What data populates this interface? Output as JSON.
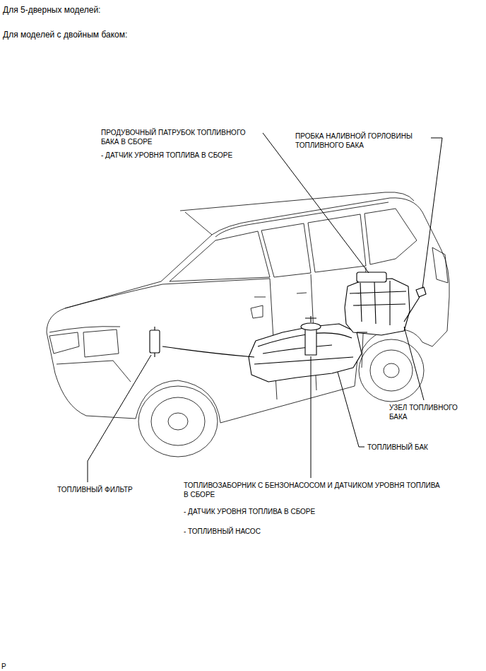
{
  "diagram": {
    "labels": [
      "Для 5-дверных моделей:",
      "Для моделей с двойным баком:",
      "ПРОДУВОЧНЫЙ ПАТРУБОК ТОПЛИВНОГО БАКА В СБОРЕ",
      "- ДАТЧИК УРОВНЯ ТОПЛИВА В СБОРЕ",
      "ПРОБКА НАЛИВНОЙ ГОРЛОВИНЫ ТОПЛИВНОГО БАКА",
      "УЗЕЛ ТОПЛИВНОГО БАКА",
      "ТОПЛИВНЫЙ БАК",
      "ТОПЛИВНЫЙ ФИЛЬТР",
      "ТОПЛИВОЗАБОРНИК С БЕНЗОНАСОСОМ И ДАТЧИКОМ УРОВНЯ ТОПЛИВА В СБОРЕ",
      "- ДАТЧИК УРОВНЯ ТОПЛИВА В СБОРЕ",
      "- ТОПЛИВНЫЙ НАСОС",
      "P"
    ]
  }
}
